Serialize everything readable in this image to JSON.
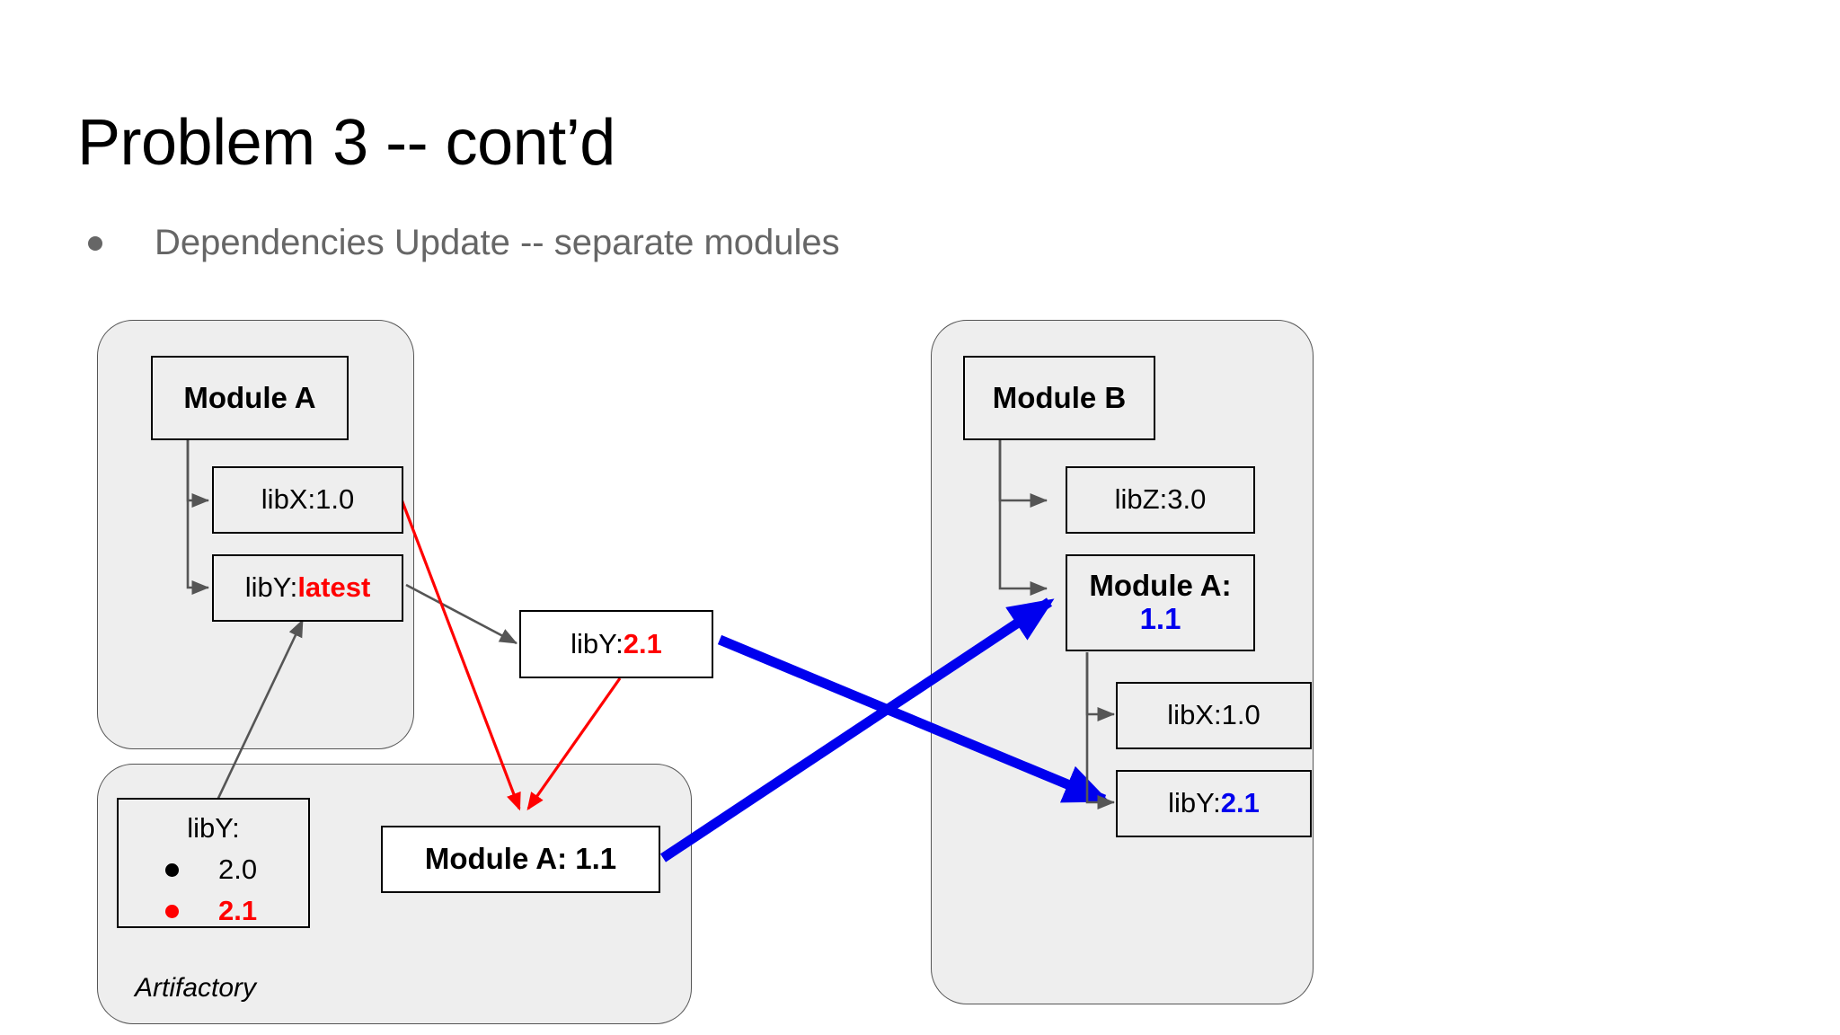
{
  "slide": {
    "title": "Problem 3 -- cont’d",
    "bullet": "Dependencies Update -- separate modules"
  },
  "panels": {
    "left_module": {
      "label": ""
    },
    "artifactory": {
      "label": "Artifactory"
    },
    "right_module": {
      "label": ""
    }
  },
  "nodes": {
    "module_a": {
      "label": "Module A"
    },
    "left_libx": {
      "label": "libX:1.0"
    },
    "left_liby_prefix": {
      "label": "libY:"
    },
    "left_liby_version": {
      "label": "latest"
    },
    "mid_liby_prefix": {
      "label": "libY:"
    },
    "mid_liby_version": {
      "label": "2.1"
    },
    "mid_module_a": {
      "label": "Module A: 1.1"
    },
    "module_b": {
      "label": "Module B"
    },
    "right_libz": {
      "label": "libZ:3.0"
    },
    "right_module_a_name": {
      "label": "Module A:"
    },
    "right_module_a_version": {
      "label": "1.1"
    },
    "right_libx": {
      "label": "libX:1.0"
    },
    "right_liby_prefix": {
      "label": "libY:"
    },
    "right_liby_version": {
      "label": "2.1"
    }
  },
  "artifactory_versions": {
    "title": "libY:",
    "items": [
      {
        "value": "2.0",
        "marker": "black"
      },
      {
        "value": "2.1",
        "marker": "red"
      }
    ]
  },
  "colors": {
    "red": "#ff0000",
    "blue": "#0000ee",
    "gray_arrow": "#555555",
    "panel_fill": "#eeeeee",
    "text_gray": "#666666"
  },
  "edges": [
    {
      "name": "module-a-to-libx",
      "style": "gray"
    },
    {
      "name": "module-a-to-liby-latest",
      "style": "gray"
    },
    {
      "name": "liby-latest-to-mid-liby-21",
      "style": "gray"
    },
    {
      "name": "artifactory-liby-to-liby-latest",
      "style": "gray"
    },
    {
      "name": "left-libx-to-module-a-11",
      "style": "red"
    },
    {
      "name": "mid-liby-21-to-module-a-11",
      "style": "red"
    },
    {
      "name": "mid-liby-21-to-right-liby-21",
      "style": "blue"
    },
    {
      "name": "module-a-11-to-right-module-a-11",
      "style": "blue"
    },
    {
      "name": "module-b-to-libz",
      "style": "gray"
    },
    {
      "name": "module-b-to-right-module-a",
      "style": "gray"
    },
    {
      "name": "right-module-a-to-libx",
      "style": "gray"
    },
    {
      "name": "right-module-a-to-liby",
      "style": "gray"
    }
  ]
}
